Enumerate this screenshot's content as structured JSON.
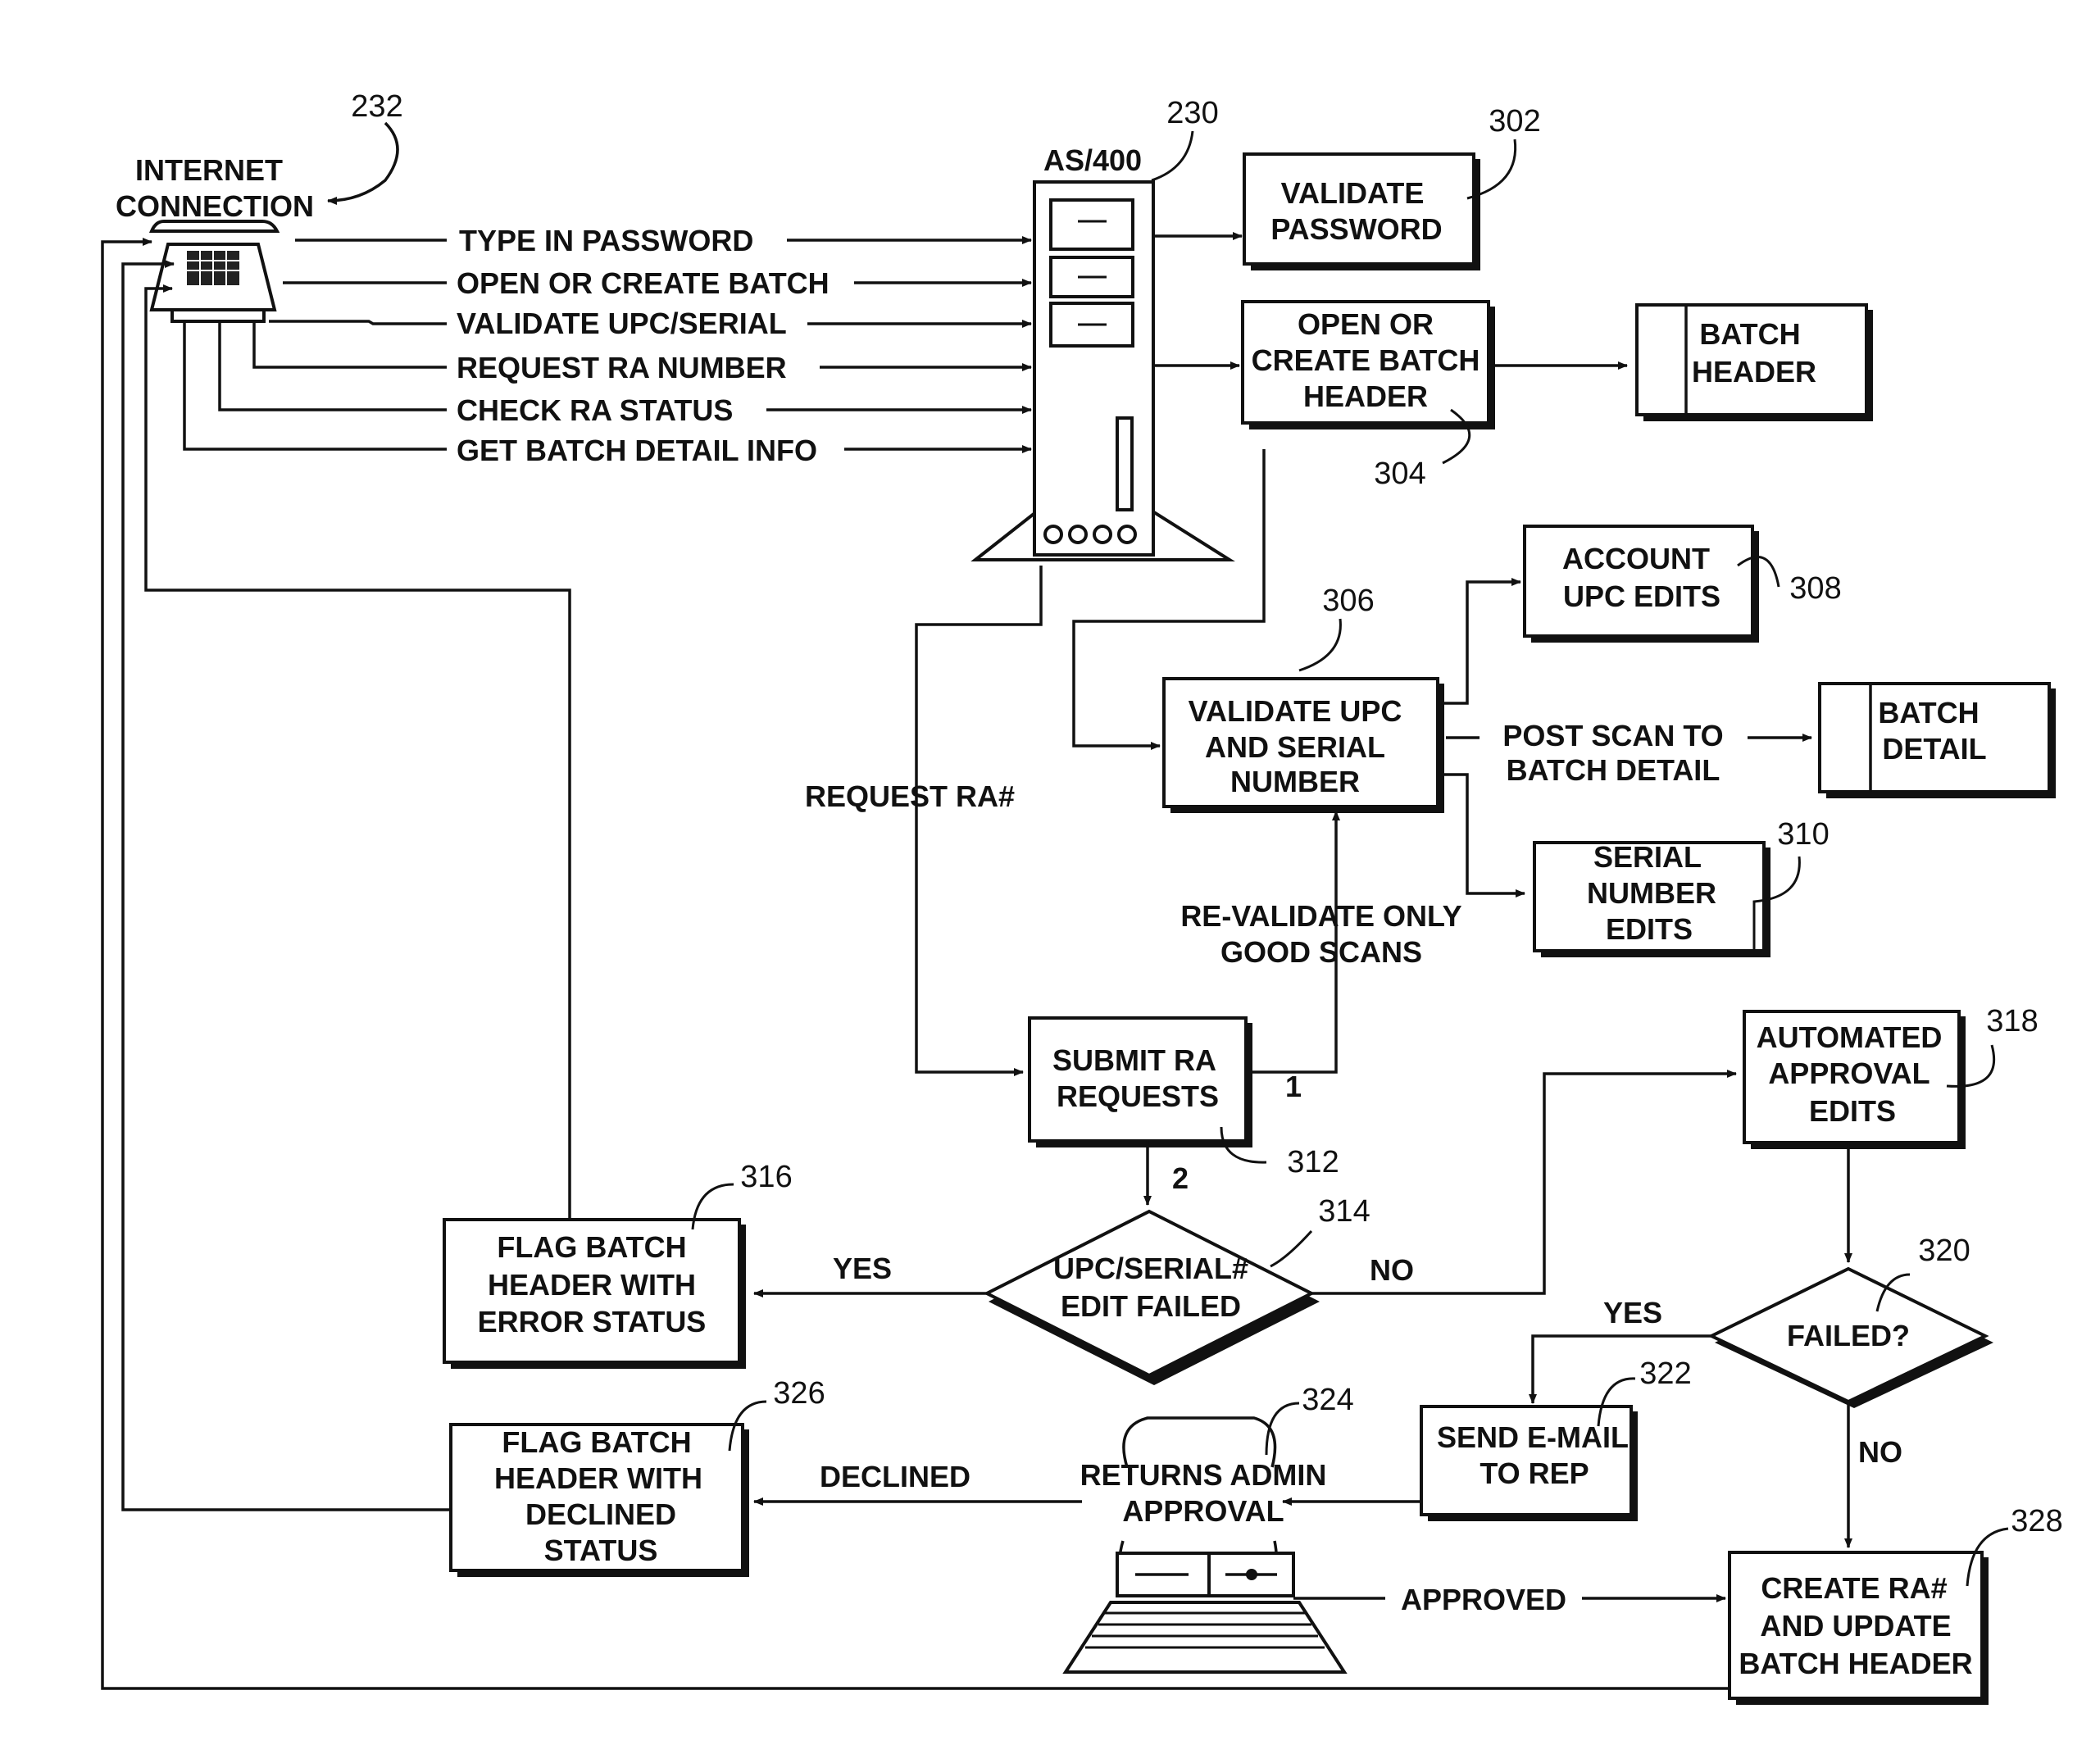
{
  "refs": {
    "internet": "232",
    "as400": "230",
    "validate_password": "302",
    "open_batch": "304",
    "validate_upc": "306",
    "account_upc": "308",
    "serial_edits": "310",
    "submit_ra": "312",
    "decision_upc": "314",
    "flag_error": "316",
    "automated": "318",
    "failed": "320",
    "send_email": "322",
    "admin": "324",
    "flag_declined": "326",
    "create_ra": "328"
  },
  "internet_connection": [
    "INTERNET",
    "CONNECTION"
  ],
  "as400_label": "AS/400",
  "requests": [
    "TYPE IN PASSWORD",
    "OPEN OR CREATE BATCH",
    "VALIDATE UPC/SERIAL",
    "REQUEST RA NUMBER",
    "CHECK RA STATUS",
    "GET BATCH DETAIL INFO"
  ],
  "boxes": {
    "validate_password": [
      "VALIDATE",
      "PASSWORD"
    ],
    "open_batch": [
      "OPEN OR",
      "CREATE BATCH",
      "HEADER"
    ],
    "batch_header": [
      "BATCH",
      "HEADER"
    ],
    "account_upc": [
      "ACCOUNT",
      "UPC EDITS"
    ],
    "validate_upc": [
      "VALIDATE UPC",
      "AND SERIAL",
      "NUMBER"
    ],
    "batch_detail": [
      "BATCH",
      "DETAIL"
    ],
    "serial_edits": [
      "SERIAL",
      "NUMBER",
      "EDITS"
    ],
    "submit_ra": [
      "SUBMIT RA",
      "REQUESTS"
    ],
    "decision_upc": [
      "UPC/SERIAL#",
      "EDIT FAILED"
    ],
    "flag_error": [
      "FLAG BATCH",
      "HEADER WITH",
      "ERROR STATUS"
    ],
    "automated": [
      "AUTOMATED",
      "APPROVAL",
      "EDITS"
    ],
    "failed": [
      "FAILED?"
    ],
    "send_email": [
      "SEND E-MAIL",
      "TO REP"
    ],
    "admin": [
      "RETURNS ADMIN",
      "APPROVAL"
    ],
    "flag_declined": [
      "FLAG BATCH",
      "HEADER WITH",
      "DECLINED",
      "STATUS"
    ],
    "create_ra": [
      "CREATE RA#",
      "AND UPDATE",
      "BATCH HEADER"
    ]
  },
  "edge_labels": {
    "post_scan": [
      "POST SCAN TO",
      "BATCH DETAIL"
    ],
    "revalidate": [
      "RE-VALIDATE ONLY",
      "GOOD SCANS"
    ],
    "request_ra": "REQUEST RA#",
    "step1": "1",
    "step2": "2",
    "yes_left": "YES",
    "no_right": "NO",
    "yes_failed": "YES",
    "no_failed": "NO",
    "declined": "DECLINED",
    "approved": "APPROVED"
  }
}
